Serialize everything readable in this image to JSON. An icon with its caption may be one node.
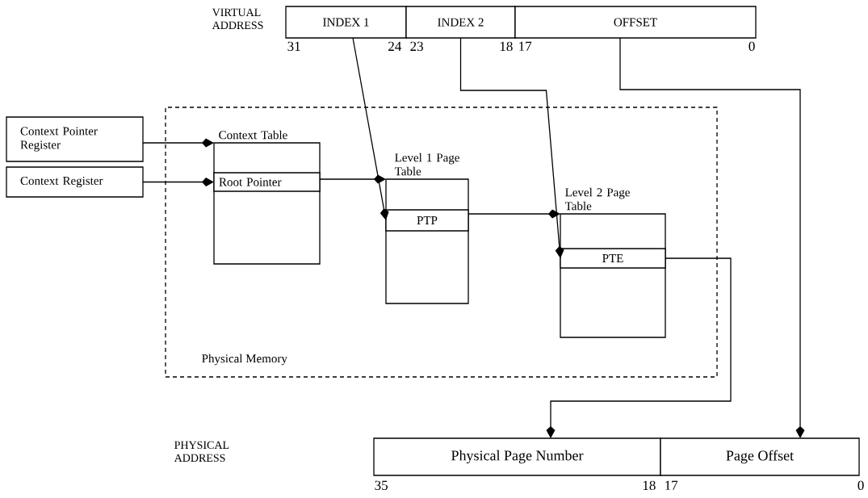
{
  "diagram": {
    "nodes": [
      {
        "text": [
          "Physical Memory"
        ]
      },
      {
        "text": [
          "Context Pointer Register"
        ]
      },
      {
        "text": [
          "Context Register"
        ]
      },
      {
        "text": [
          "Context Table"
        ],
        "in": 0
      },
      {
        "text": [
          "Root Pointer"
        ],
        "in": 3
      },
      {
        "text": [
          "Level 1 Page Table"
        ],
        "in": 0
      },
      {
        "text": [
          "PTP"
        ],
        "in": 5
      },
      {
        "text": [
          "Level 2 Page Table"
        ],
        "in": 0
      },
      {
        "text": [
          "PTE"
        ],
        "in": 7
      },
      {
        "text": [
          "INDEX 1"
        ]
      },
      {
        "text": [
          "INDEX 2"
        ]
      },
      {
        "text": [
          "OFFSET"
        ]
      },
      {
        "text": [
          "Physical Page Number"
        ]
      },
      {
        "text": [
          "Page Offset"
        ]
      }
    ],
    "edges": [
      {
        "from": 1,
        "to": 3,
        "arrow": "to"
      },
      {
        "from": 2,
        "to": 4,
        "arrow": "to"
      },
      {
        "from": 4,
        "to": 5,
        "arrow": "to"
      },
      {
        "from": 9,
        "to": 6,
        "arrow": "to"
      },
      {
        "from": 6,
        "to": 7,
        "arrow": "to"
      },
      {
        "from": 10,
        "to": 8,
        "arrow": "to"
      },
      {
        "from": 8,
        "to": 12,
        "arrow": "to"
      },
      {
        "from": 11,
        "to": 13,
        "arrow": "to"
      }
    ],
    "labels": [
      "VIRTUAL ADDRESS",
      "31",
      "24",
      "23",
      "18",
      "17",
      "0",
      "PHYSICAL ADDRESS",
      "35",
      "18",
      "17",
      "0"
    ]
  }
}
